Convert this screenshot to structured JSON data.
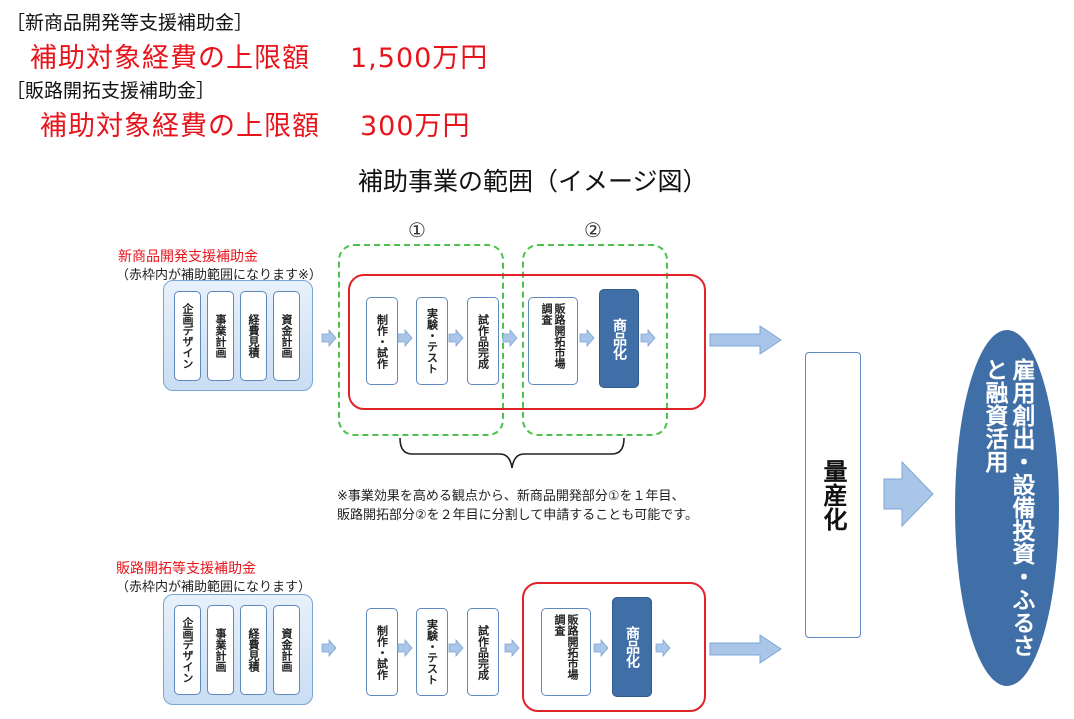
{
  "header": {
    "product_subsidy": {
      "label": "［新商品開発等支援補助金］",
      "limit_label": "補助対象経費の上限額",
      "limit_amount": "1,500万円"
    },
    "sales_subsidy": {
      "label": "［販路開拓支援補助金］",
      "limit_label": "補助対象経費の上限額",
      "limit_amount": "300万円"
    }
  },
  "diagram": {
    "title": "補助事業の範囲（イメージ図）",
    "phase1_marker": "①",
    "phase2_marker": "②",
    "top_flow": {
      "title": "新商品開発支援補助金",
      "note": "（赤枠内が補助範囲になります※）"
    },
    "bottom_flow": {
      "title": "販路開拓等支援補助金",
      "note": "（赤枠内が補助範囲になります）"
    },
    "plan_items": [
      "企画デザイン",
      "事業計画",
      "経費見積",
      "資金計画"
    ],
    "steps": {
      "production": "制作・試作",
      "testing": "実験・テスト",
      "prototype": "試作品完成",
      "market": "販路開拓市場調査",
      "commercialize": "商品化"
    },
    "footnote_line1": "※事業効果を高める観点から、新商品開発部分①を１年目、",
    "footnote_line2": "販路開拓部分②を２年目に分割して申請することも可能です。",
    "mass_production": "量産化",
    "result": "雇用創出・設備投資・ふるさと融資活用",
    "colors": {
      "red": "#e8141c",
      "green_dash": "#4cc24c",
      "blue_dark": "#3f6fa6",
      "blue_light": "#c9ddf3",
      "arrow": "#a9c6e8"
    }
  }
}
